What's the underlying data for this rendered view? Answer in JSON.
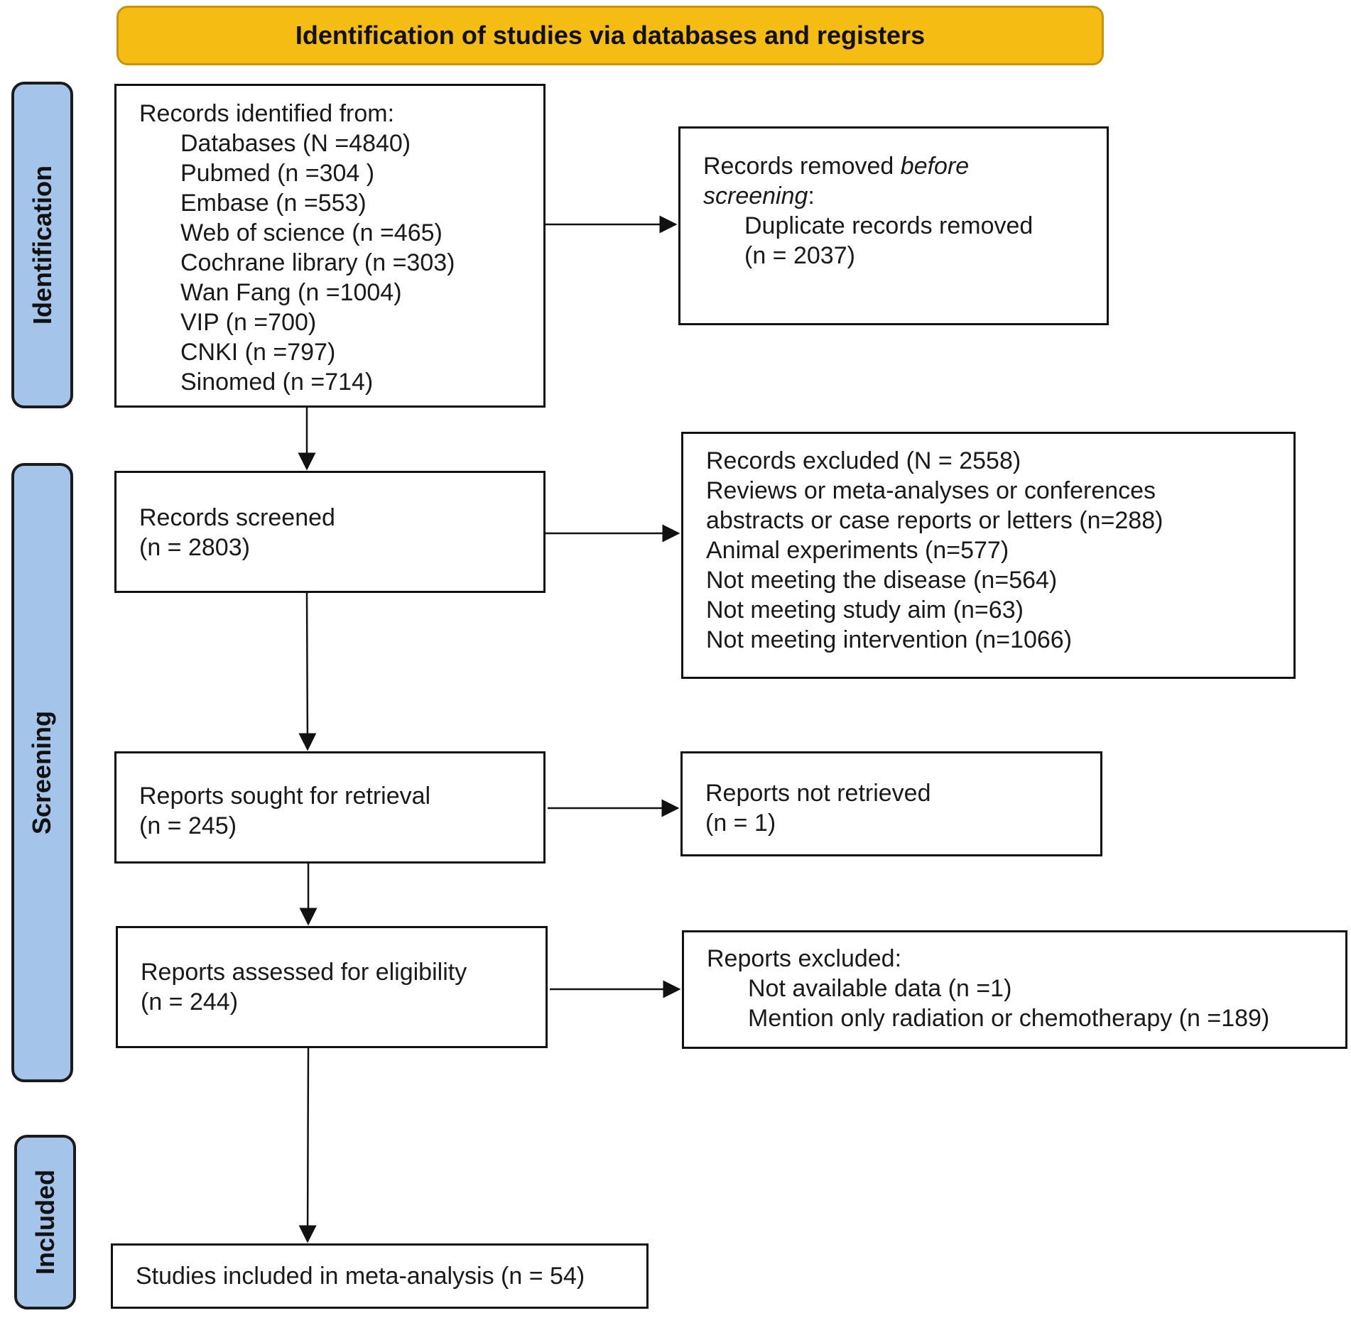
{
  "header": {
    "title": "Identification of studies via databases and registers",
    "color": "#f5bc14"
  },
  "phases": {
    "identification": "Identification",
    "screening": "Screening",
    "included": "Included",
    "color": "#a4c5e9"
  },
  "identification_box": {
    "heading": "Records identified from:",
    "sources": [
      "Databases (N =4840)",
      "Pubmed (n =304 )",
      "Embase (n =553)",
      "Web of science (n =465)",
      "Cochrane library (n =303)",
      "Wan Fang (n =1004)",
      "VIP (n =700)",
      "CNKI (n =797)",
      "Sinomed (n =714)"
    ]
  },
  "removed_box": {
    "line1_prefix": "Records removed ",
    "line1_italic": "before",
    "line2_italic": "screening",
    "line2_suffix": ":",
    "detail": "Duplicate records removed",
    "count": "(n = 2037)"
  },
  "screened_box": {
    "label": "Records screened",
    "count": "(n = 2803)"
  },
  "excluded_box": {
    "lines": [
      "Records excluded (N = 2558)",
      "Reviews or meta-analyses or conferences",
      "abstracts or case reports or letters (n=288)",
      "Animal experiments (n=577)",
      "Not meeting the disease (n=564)",
      "Not meeting study aim (n=63)",
      "Not meeting intervention  (n=1066)"
    ]
  },
  "sought_box": {
    "label": "Reports sought for retrieval",
    "count": "(n = 245)"
  },
  "not_retrieved_box": {
    "label": "Reports not retrieved",
    "count": "(n = 1)"
  },
  "assessed_box": {
    "label": "Reports assessed for eligibility",
    "count": "(n = 244)"
  },
  "reports_excluded_box": {
    "heading": "Reports excluded:",
    "reasons": [
      "Not available data (n =1)",
      "Mention only radiation or chemotherapy (n =189)"
    ]
  },
  "included_box": {
    "label": "Studies included in meta-analysis (n = 54)"
  }
}
